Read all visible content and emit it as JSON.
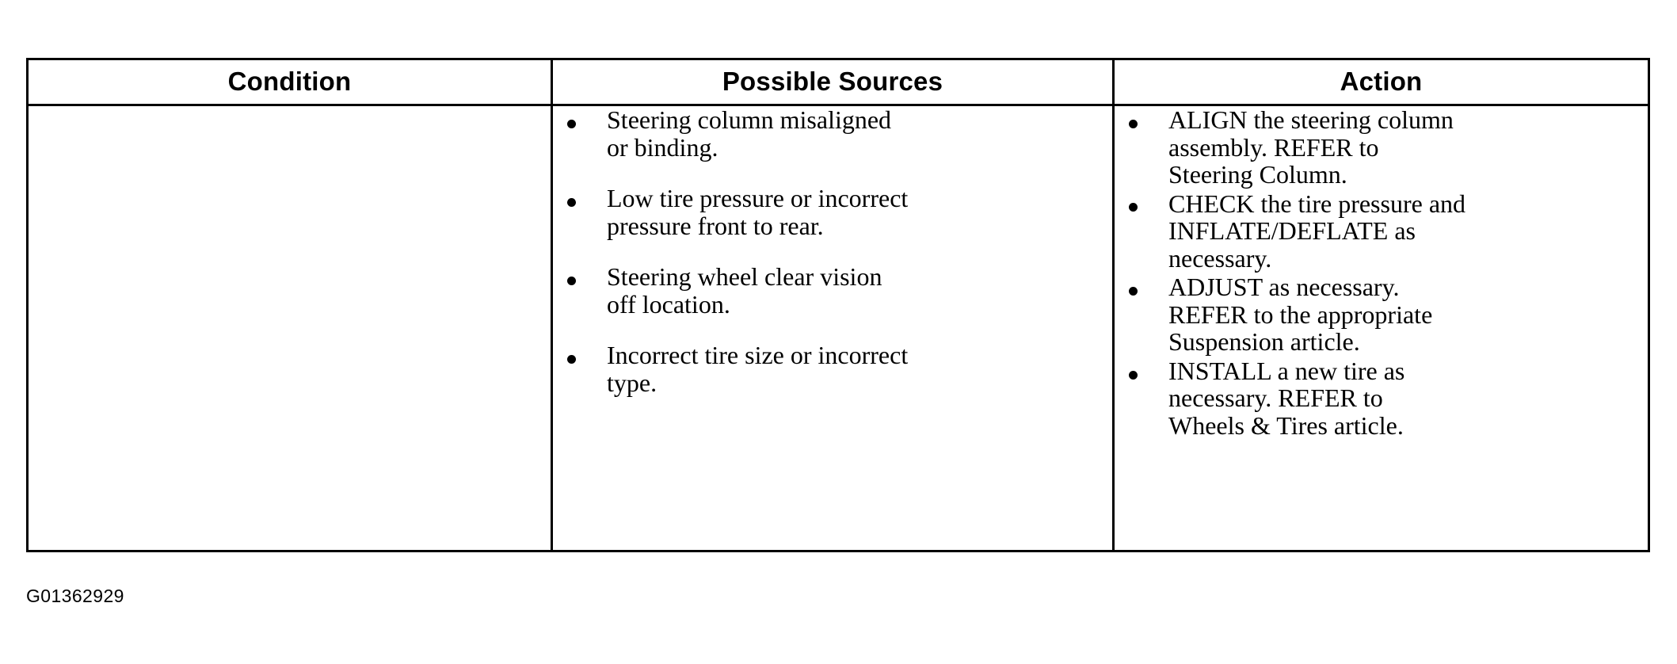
{
  "document": {
    "figure_id": "G01362929"
  },
  "table": {
    "headers": [
      {
        "label": "Condition"
      },
      {
        "label": "Possible Sources"
      },
      {
        "label": "Action"
      }
    ],
    "rows": [
      {
        "condition": "",
        "possible_sources": [
          "Steering column misaligned\nor binding.",
          "Low tire pressure or incorrect\npressure front to rear.",
          "Steering wheel clear vision\noff location.",
          "Incorrect tire size or incorrect\ntype."
        ],
        "action": [
          "ALIGN the steering column\nassembly. REFER to\nSteering Column.",
          "CHECK the tire pressure and\nINFLATE/DEFLATE as\nnecessary.",
          "ADJUST as necessary.\nREFER to the appropriate\nSuspension article.",
          "INSTALL a new tire as\nnecessary. REFER to\nWheels & Tires article."
        ]
      }
    ]
  },
  "colors": {
    "border": "#000000",
    "text": "#000000",
    "background": "#ffffff"
  }
}
